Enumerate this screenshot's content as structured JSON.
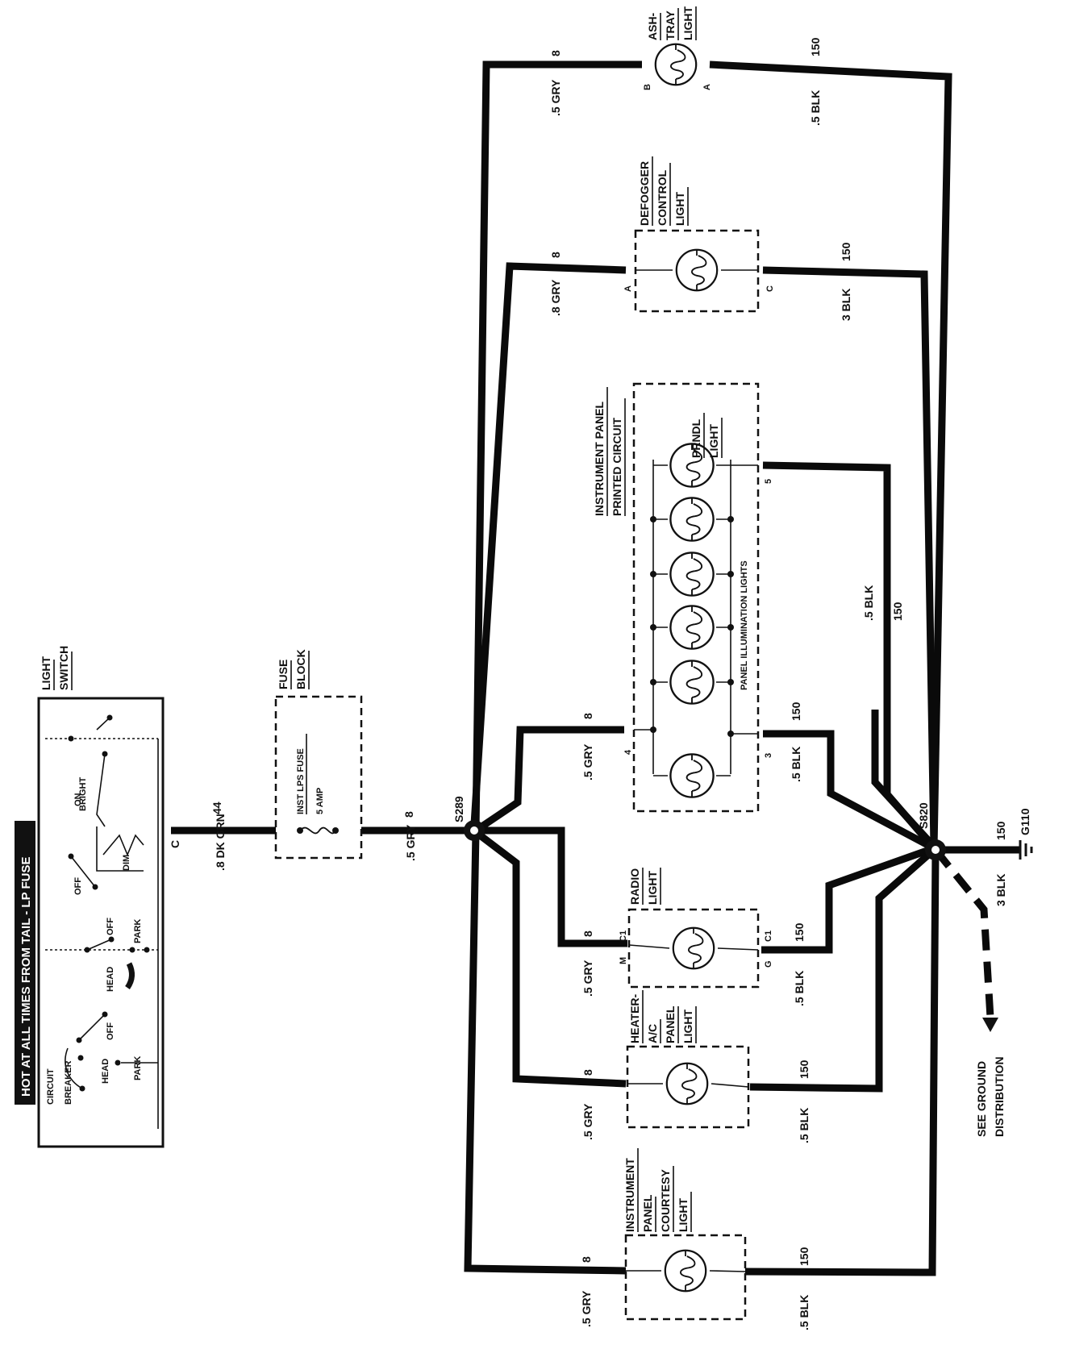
{
  "title": "HOT AT ALL TIMES FROM TAIL - LP FUSE",
  "light_switch": {
    "label": [
      "LIGHT",
      "SWITCH"
    ],
    "connector": "C",
    "positions": [
      "ON",
      "BRIGHT",
      "OFF",
      "DIM",
      "OFF",
      "HEAD",
      "PARK",
      "OFF",
      "HEAD",
      "PARK"
    ],
    "circuit_breaker": [
      "CIRCUIT",
      "BREAKER"
    ]
  },
  "fuse_block": {
    "label": [
      "FUSE",
      "BLOCK"
    ],
    "fuse_name": "INST LPS FUSE",
    "fuse_rating": "5 AMP"
  },
  "wires": {
    "dk_grn": ".8 DK GRN",
    "dk_grn_circuit": "44",
    "gry": ".5 GRY",
    "gry_8": ".8 GRY",
    "blk": ".5 BLK",
    "blk_3": "3 BLK",
    "circuit_8": "8",
    "circuit_150": "150"
  },
  "splices": {
    "s289": "S289",
    "s820": "S820"
  },
  "ground": {
    "g110": "G110",
    "see": [
      "SEE GROUND",
      "DISTRIBUTION"
    ]
  },
  "components": {
    "ashtray": {
      "label": [
        "ASH-",
        "TRAY",
        "LIGHT"
      ],
      "pin_in": "B",
      "pin_out": "A"
    },
    "defogger": {
      "label": [
        "DEFOGGER",
        "CONTROL",
        "LIGHT"
      ],
      "pin_in": "A",
      "pin_out": "C"
    },
    "ip_circuit": {
      "label": [
        "INSTRUMENT PANEL",
        "PRINTED CIRCUIT"
      ],
      "prndl": [
        "PRNDL",
        "LIGHT"
      ],
      "illum": "PANEL ILLUMINATION LIGHTS",
      "pin_in": "4",
      "pin_out_a": "3",
      "pin_out_b": "5"
    },
    "radio": {
      "label": [
        "RADIO",
        "LIGHT"
      ],
      "pin_in": "M",
      "pin_out": "G",
      "conn": "C1"
    },
    "heater": {
      "label": [
        "HEATER-",
        "A/C",
        "PANEL",
        "LIGHT"
      ]
    },
    "courtesy": {
      "label": [
        "INSTRUMENT",
        "PANEL",
        "COURTESY",
        "LIGHT"
      ]
    }
  }
}
